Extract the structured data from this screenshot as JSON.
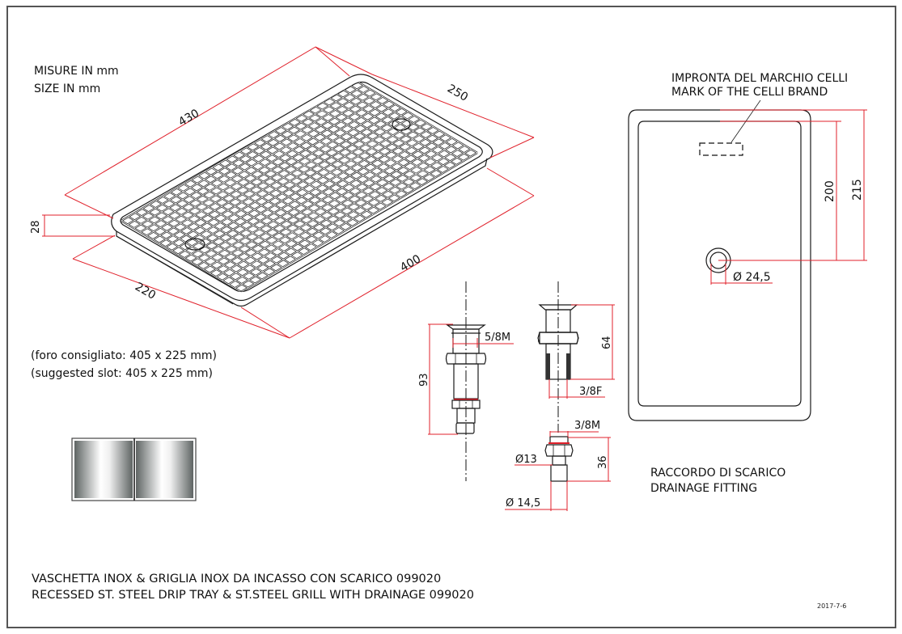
{
  "units": {
    "line1": "MISURE IN mm",
    "line2": "SIZE IN mm"
  },
  "tray_dimensions": {
    "overall_length": "430",
    "overall_width": "250",
    "inner_length": "400",
    "inner_width": "220",
    "height": "28"
  },
  "suggested_slot": {
    "line1": "(foro consigliato: 405 x 225 mm)",
    "line2": "(suggested slot: 405 x 225 mm)"
  },
  "brand_mark": {
    "line1": "IMPRONTA DEL MARCHIO CELLI",
    "line2": "MARK OF THE CELLI BRAND"
  },
  "top_view_dimensions": {
    "outer_height": "215",
    "inner_height": "200",
    "drain_diameter": "Ø 24,5"
  },
  "fitting_dimensions": {
    "thread_inlet": "5/8M",
    "total_length": "93",
    "body_length": "64",
    "thread_female": "3/8F",
    "thread_male": "3/8M",
    "nozzle_length": "36",
    "nozzle_diameter_inner": "Ø13",
    "nozzle_diameter_outer": "Ø 14,5"
  },
  "drainage_fitting": {
    "line1": "RACCORDO DI SCARICO",
    "line2": "DRAINAGE FITTING"
  },
  "title_block": {
    "line1": "VASCHETTA INOX & GRIGLIA  INOX DA INCASSO CON SCARICO 099020",
    "line2": "RECESSED ST. STEEL DRIP TRAY & ST.STEEL GRILL  WITH DRAINAGE 099020",
    "date": "2017-7-6"
  },
  "finish_swatch": {
    "name": "stainless-steel-finish",
    "colors": [
      "#5e6463",
      "#ffffff",
      "#5e6463"
    ]
  },
  "colors": {
    "dimension_lines": "#e0212b",
    "ink": "#1a1a1a"
  }
}
